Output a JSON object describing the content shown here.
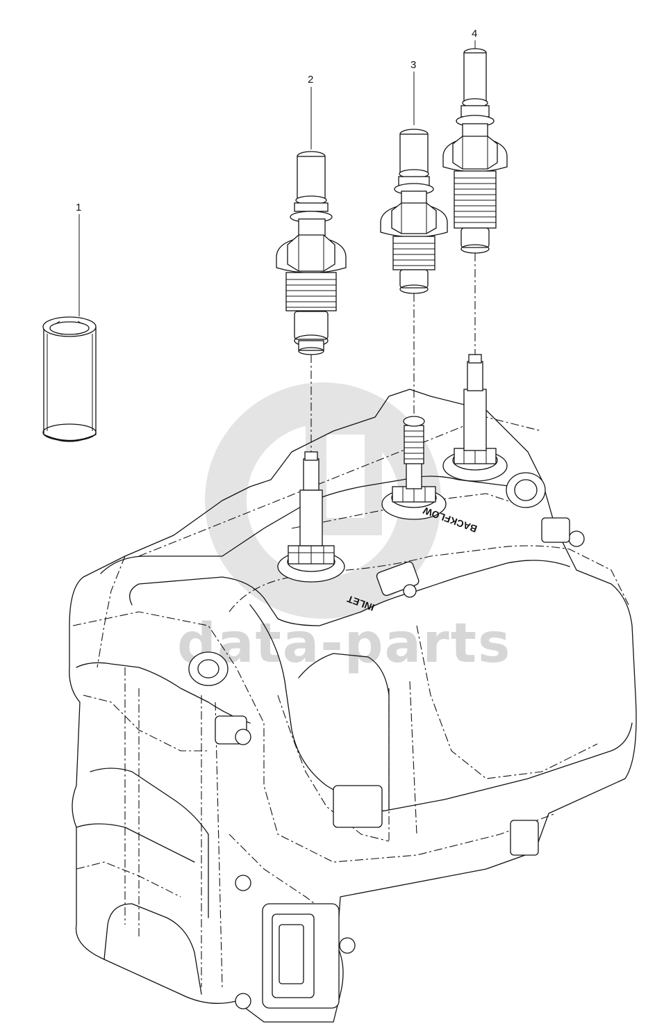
{
  "watermark": {
    "text": "data-parts",
    "color": "#d6d6d6"
  },
  "callouts": [
    {
      "number": "1"
    },
    {
      "number": "2"
    },
    {
      "number": "3"
    },
    {
      "number": "4"
    }
  ],
  "embossed_labels": {
    "backflow": "BACKFLOW",
    "inlet": "INLET"
  }
}
